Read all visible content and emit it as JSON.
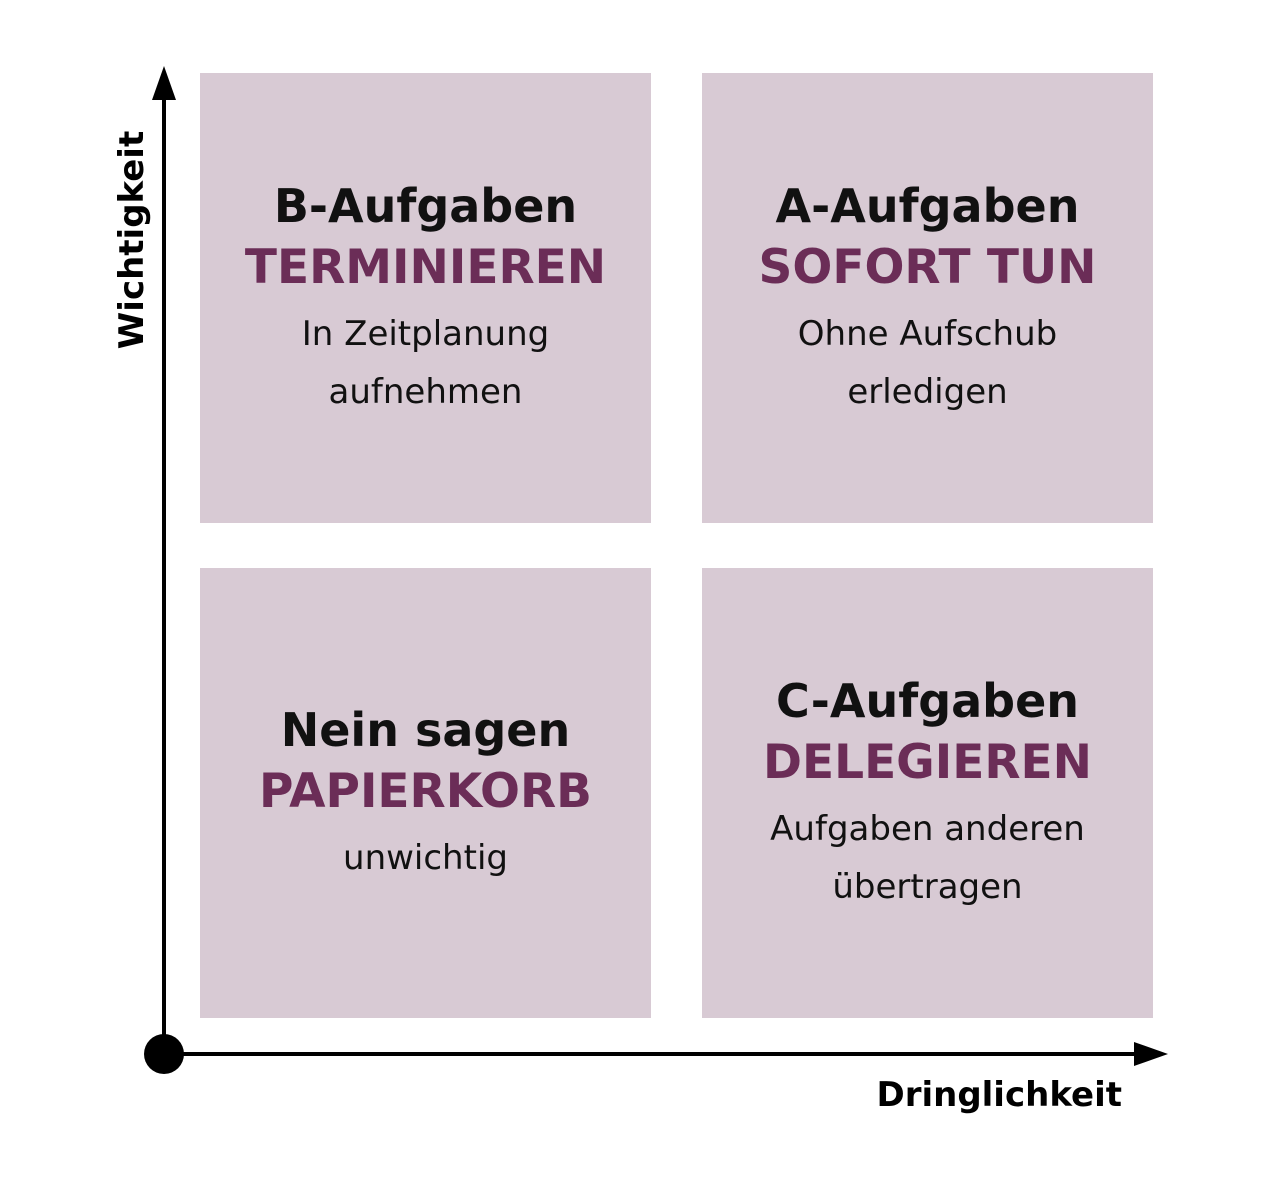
{
  "axes": {
    "y_label": "Wichtigkeit",
    "x_label": "Dringlichkeit"
  },
  "quadrants": [
    {
      "title": "B-Aufgaben",
      "action": "TERMINIEREN",
      "desc": [
        "In Zeitplanung",
        "aufnehmen"
      ]
    },
    {
      "title": "A-Aufgaben",
      "action": "SOFORT TUN",
      "desc": [
        "Ohne Aufschub",
        "erledigen"
      ]
    },
    {
      "title": "Nein sagen",
      "action": "PAPIERKORB",
      "desc": [
        "unwichtig"
      ]
    },
    {
      "title": "C-Aufgaben",
      "action": "DELEGIEREN",
      "desc": [
        "Aufgaben anderen",
        "übertragen"
      ]
    }
  ],
  "colors": {
    "box": "#d8cad4",
    "accent": "#6b2d57"
  }
}
